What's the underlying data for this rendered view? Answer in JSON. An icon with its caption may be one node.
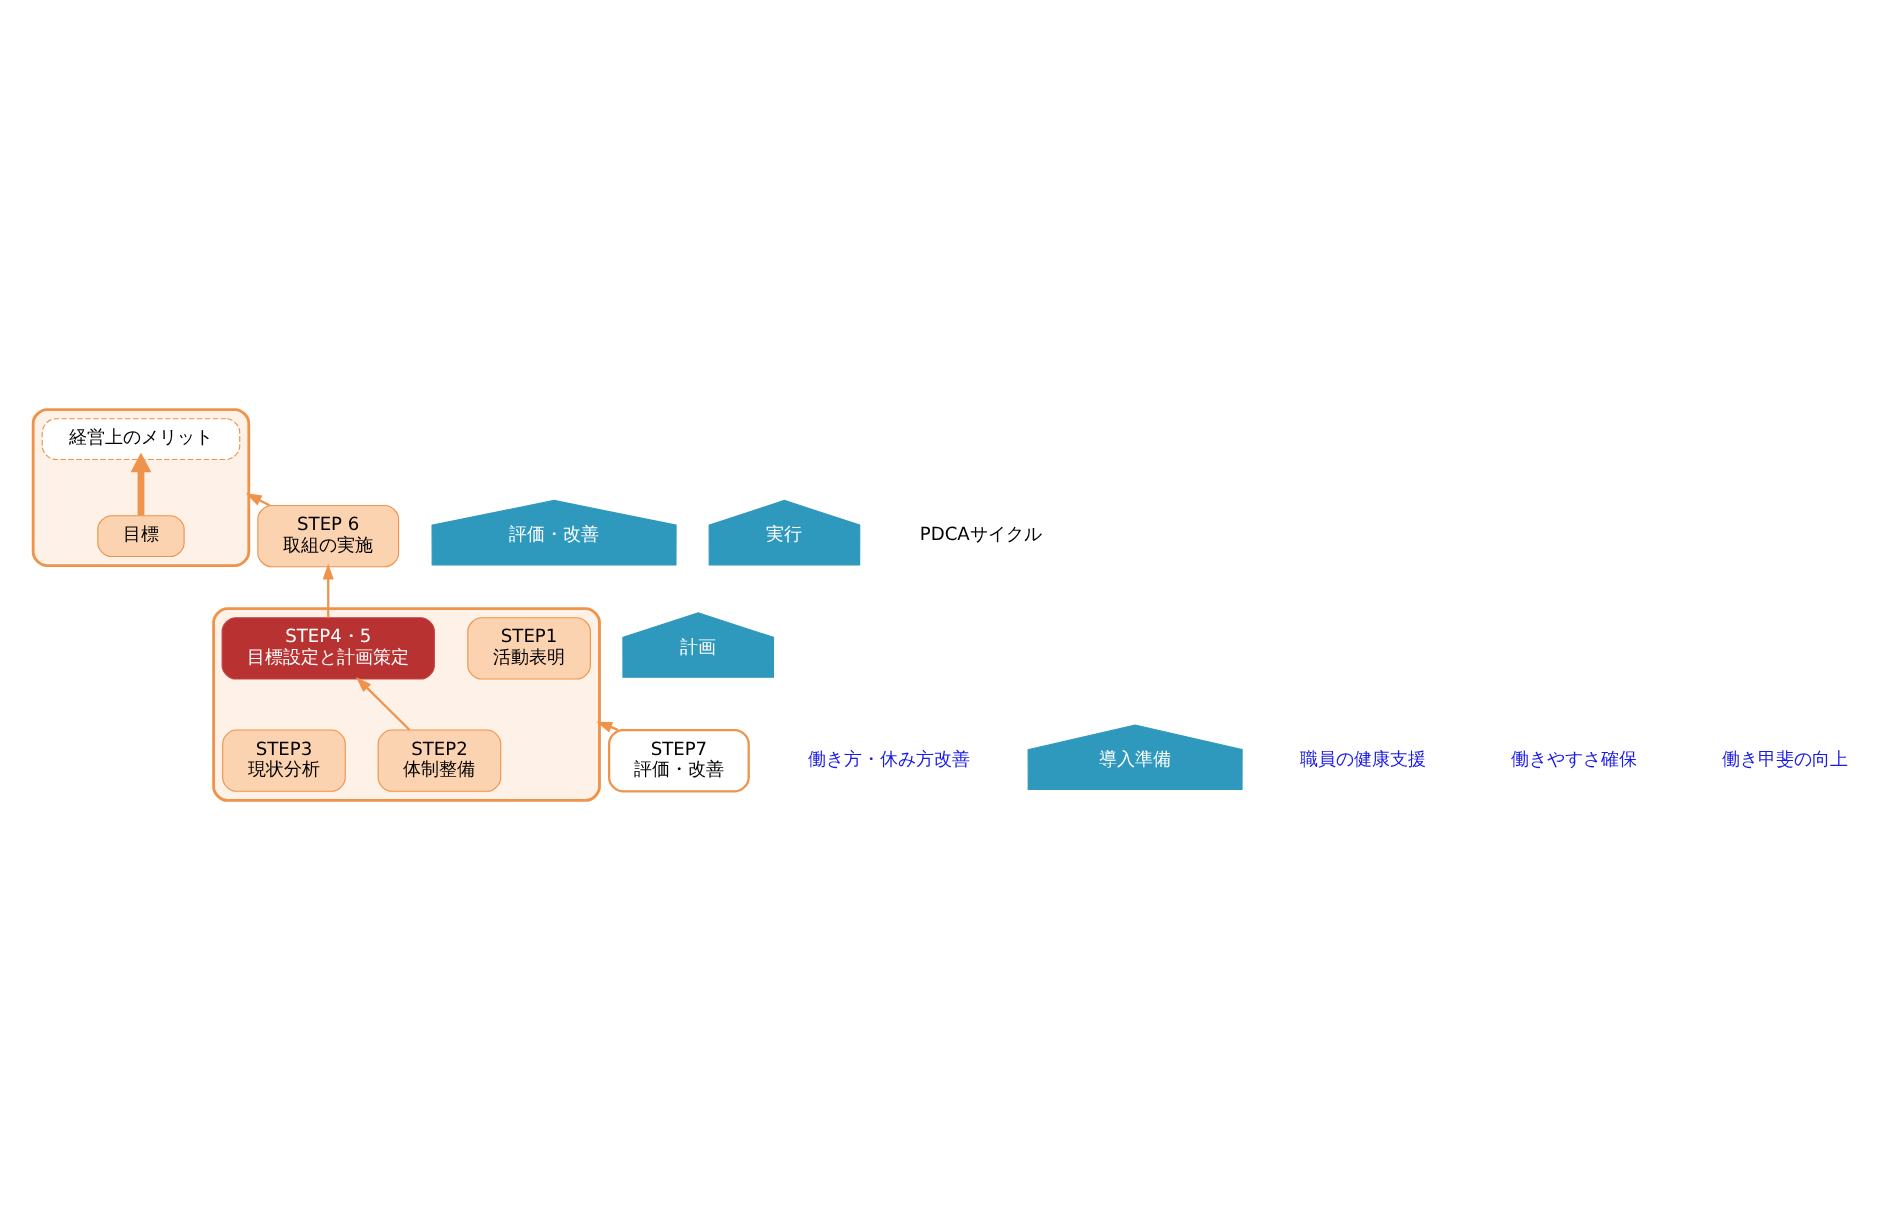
{
  "diagram": {
    "nodes": [
      {
        "text": [],
        "shape": "box"
      },
      {
        "text": [
          "経営上のメリット"
        ],
        "in": 0
      },
      {
        "text": [
          "目標"
        ],
        "in": 0
      },
      {
        "text": [
          "STEP7",
          "評価・改善"
        ]
      },
      {
        "text": [
          "STEP 6",
          "取組の実施"
        ]
      },
      {
        "text": [],
        "shape": "box"
      },
      {
        "text": [
          "STEP4・5",
          "目標設定と計画策定"
        ],
        "in": 5
      },
      {
        "text": [
          "STEP1",
          "活動表明"
        ],
        "in": 5
      },
      {
        "text": [
          "STEP2",
          "体制整備"
        ],
        "in": 5
      },
      {
        "text": [
          "STEP3",
          "現状分析"
        ],
        "in": 5
      },
      {
        "text": [
          "評価・改善"
        ]
      },
      {
        "text": [
          "実行"
        ]
      },
      {
        "text": [
          "計画"
        ]
      },
      {
        "text": [
          "導入準備"
        ]
      }
    ],
    "edges": [
      {
        "from": 2,
        "to": 1,
        "arrow": "to",
        "style": "thick"
      },
      {
        "from": 4,
        "to": 0,
        "arrow": "to"
      },
      {
        "from": 6,
        "to": 4,
        "arrow": "to"
      },
      {
        "from": 8,
        "to": 6,
        "arrow": "to"
      },
      {
        "from": 3,
        "to": 5,
        "arrow": "to"
      }
    ],
    "labels": [
      "PDCAサイクル",
      "働き方・休み方改善",
      "職員の健康支援",
      "働きやすさ確保",
      "働き甲斐の向上"
    ]
  }
}
